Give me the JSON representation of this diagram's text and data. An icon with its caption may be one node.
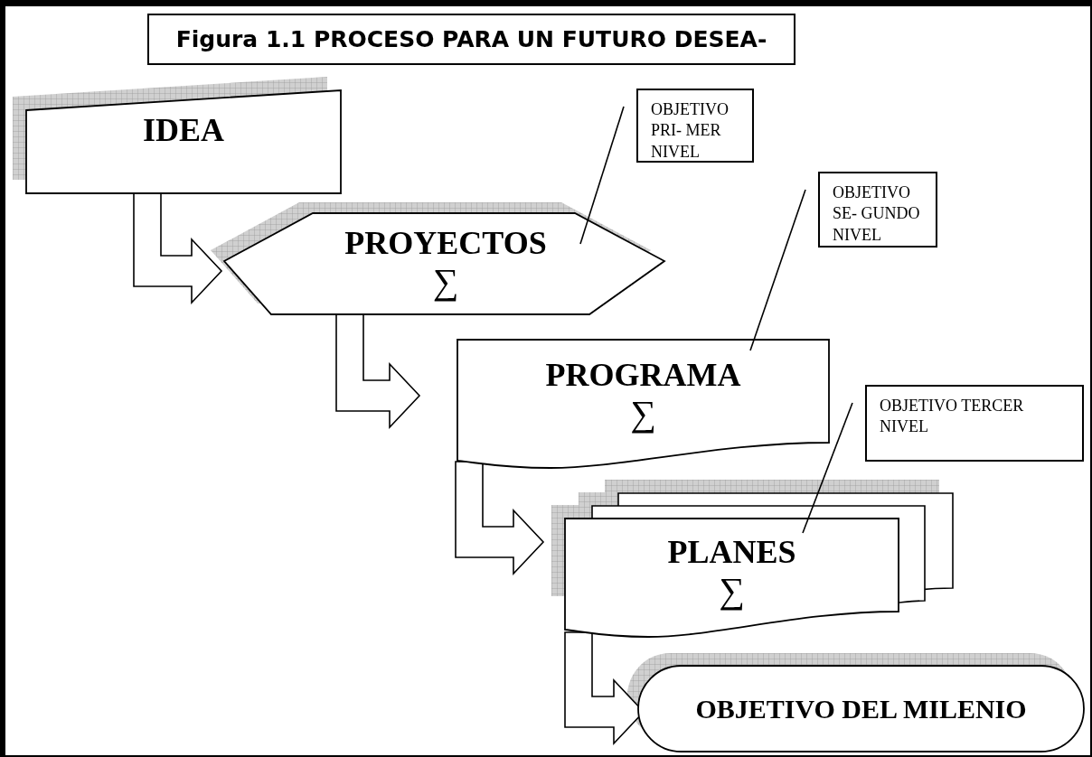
{
  "diagram": {
    "title": "Figura 1.1 PROCESO PARA UN FUTURO DESEA-",
    "nodes": [
      {
        "text": [
          "IDEA"
        ]
      },
      {
        "text": [
          "PROYECTOS",
          "∑"
        ]
      },
      {
        "text": [
          "PROGRAMA",
          "∑"
        ]
      },
      {
        "text": [
          "PLANES",
          "∑"
        ]
      },
      {
        "text": [
          "OBJETIVO DEL MILENIO"
        ]
      },
      {
        "text": [
          "OBJETIVO PRI- MER NIVEL"
        ]
      },
      {
        "text": [
          "OBJETIVO SE- GUNDO NIVEL"
        ]
      },
      {
        "text": [
          "OBJETIVO TERCER NIVEL"
        ]
      }
    ],
    "edges": [
      {
        "from": 0,
        "to": 1,
        "arrow": "to",
        "style": "thick"
      },
      {
        "from": 1,
        "to": 2,
        "arrow": "to",
        "style": "thick"
      },
      {
        "from": 2,
        "to": 3,
        "arrow": "to",
        "style": "thick"
      },
      {
        "from": 3,
        "to": 4,
        "arrow": "to",
        "style": "thick"
      },
      {
        "from": 5,
        "to": 1,
        "arrow": "none"
      },
      {
        "from": 6,
        "to": 2,
        "arrow": "none"
      },
      {
        "from": 7,
        "to": 3,
        "arrow": "none"
      }
    ]
  }
}
